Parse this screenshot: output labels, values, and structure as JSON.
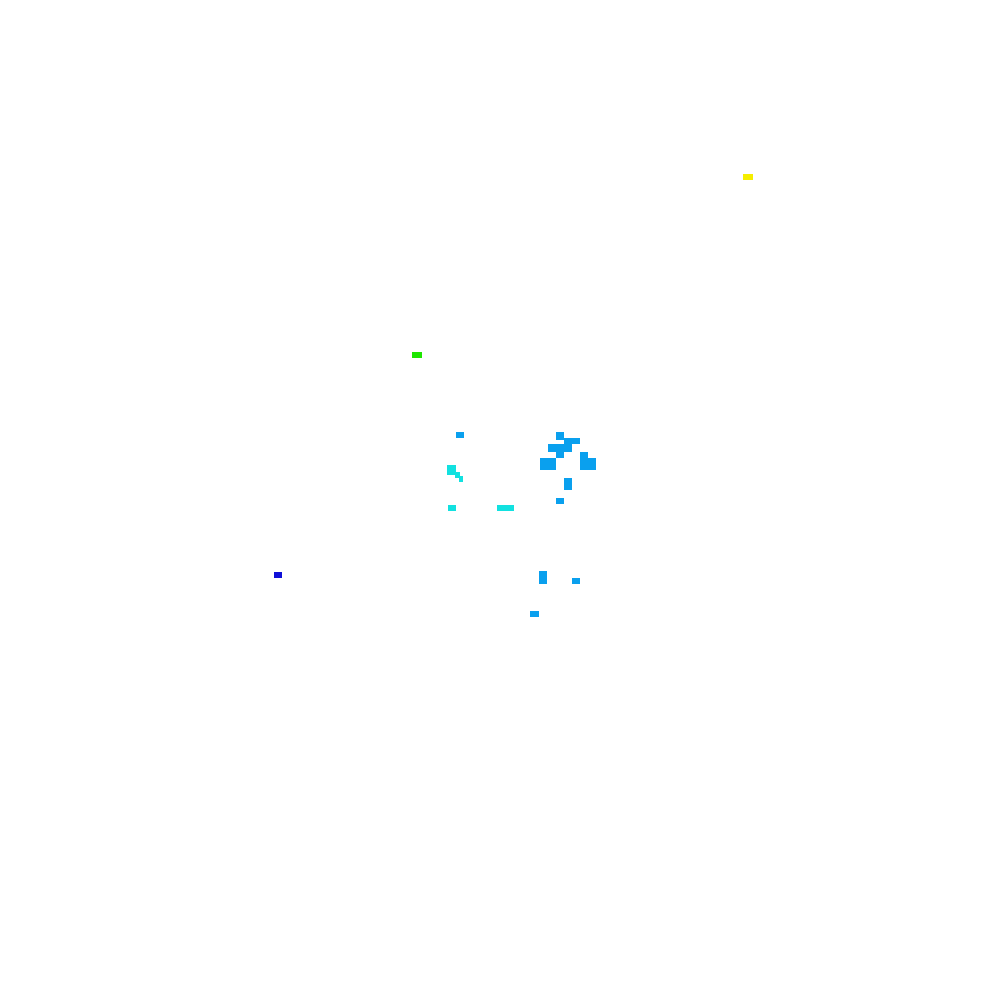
{
  "canvas": {
    "background": "#ffffff"
  },
  "palette": {
    "yellow": "#f5ee00",
    "green": "#1ee600",
    "blue": "#0f10d8",
    "azure": "#0aa0ee",
    "cyan": "#12e1e0"
  },
  "blobs": [
    {
      "name": "yellow-blob",
      "color": "yellow"
    },
    {
      "name": "green-blob",
      "color": "green"
    },
    {
      "name": "blue-blob",
      "color": "blue"
    },
    {
      "name": "azure-cluster",
      "color": "azure"
    },
    {
      "name": "cyan-cluster",
      "color": "cyan"
    }
  ]
}
